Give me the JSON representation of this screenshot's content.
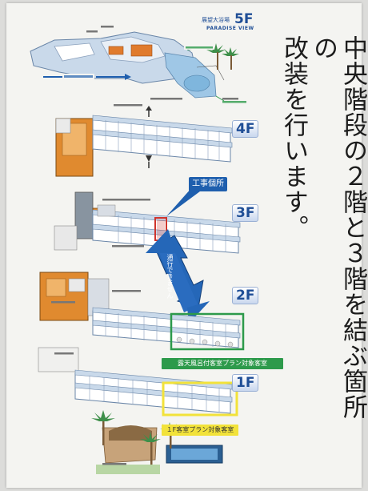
{
  "notice": {
    "columns": [
      "中央階段の２階と３階を結ぶ箇所の",
      "改装を行います。"
    ]
  },
  "header": {
    "title_jp": "展望大浴場",
    "floor": "5F",
    "title_en": "PARADISE VIEW"
  },
  "floors": [
    {
      "label": "4F"
    },
    {
      "label": "3F"
    },
    {
      "label": "2F"
    },
    {
      "label": "1F"
    }
  ],
  "callouts": {
    "construction": "工事個所",
    "arrow_text": "通行できません",
    "green_label": "露天風呂付客室プラン対象客室",
    "yellow_label": "１F客室プラン対象客室"
  },
  "colors": {
    "accent_blue": "#1f5fae",
    "highlight_red": "#d0342c",
    "highlight_green": "#2d9a4b",
    "highlight_yellow": "#f2e23a"
  },
  "icons": [
    "stair-arrow-icon",
    "palm-tree-icon"
  ]
}
